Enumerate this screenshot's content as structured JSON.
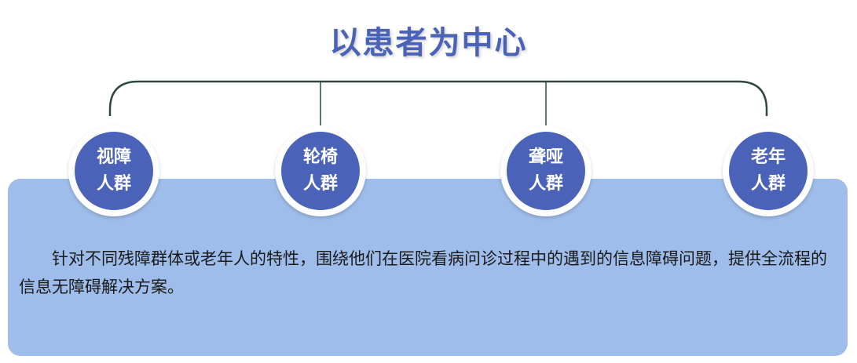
{
  "title": "以患者为中心",
  "groups": [
    {
      "line1": "视障",
      "line2": "人群"
    },
    {
      "line1": "轮椅",
      "line2": "人群"
    },
    {
      "line1": "聋哑",
      "line2": "人群"
    },
    {
      "line1": "老年",
      "line2": "人群"
    }
  ],
  "description": "针对不同残障群体或老年人的特性，围绕他们在医院看病问诊过程中的遇到的信息障碍问题，提供全流程的信息无障碍解决方案。",
  "colors": {
    "accent": "#4a63b8",
    "panel": "#9ebdea",
    "connector": "#2f4a3c"
  }
}
